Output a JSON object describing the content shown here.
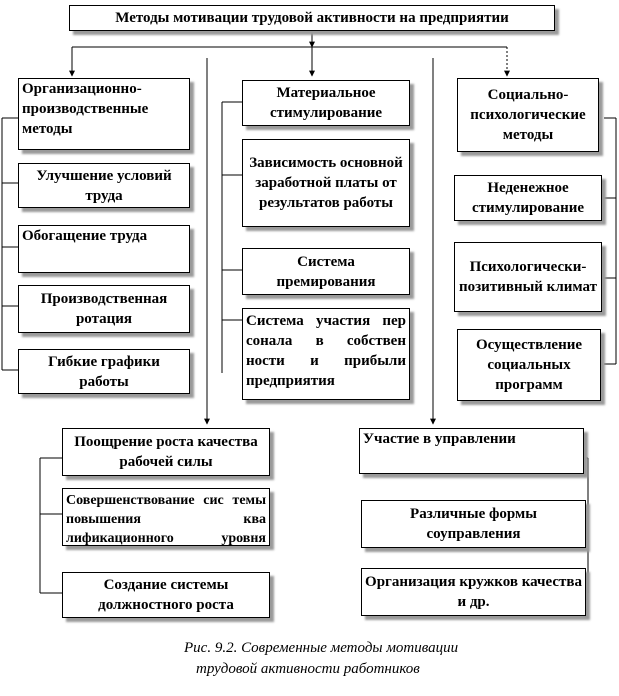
{
  "title": "Методы мотивации трудовой активности на предприятии",
  "columns": {
    "organizational": {
      "header": "Организационно-производственные методы",
      "items": [
        "Улучшение условий труда",
        "Обогащение труда",
        "Производственная ротация",
        "Гибкие графики работы"
      ]
    },
    "material": {
      "header": "Материальное стимулирование",
      "items": [
        "Зависимость основной заработной платы от результатов работы",
        "Система премирования",
        "Система участия пер сонала в собствен ности и прибыли предприятия"
      ]
    },
    "social": {
      "header": "Социально-психологические методы",
      "items": [
        "Неденежное стимулирование",
        "Психологически-позитивный климат",
        "Осуществление социальных программ"
      ]
    }
  },
  "lower": {
    "quality": {
      "header": "Поощрение роста качества рабочей силы",
      "items": [
        "Совершенствование сис темы повышения ква лификационного уровня",
        "Создание системы должностного роста"
      ]
    },
    "management": {
      "header": "Участие в управлении",
      "items": [
        "Различные формы соуправления",
        "Организация кружков качества и др."
      ]
    }
  },
  "caption": {
    "line1": "Рис. 9.2. Современные методы мотивации",
    "line2": "трудовой активности работников"
  }
}
